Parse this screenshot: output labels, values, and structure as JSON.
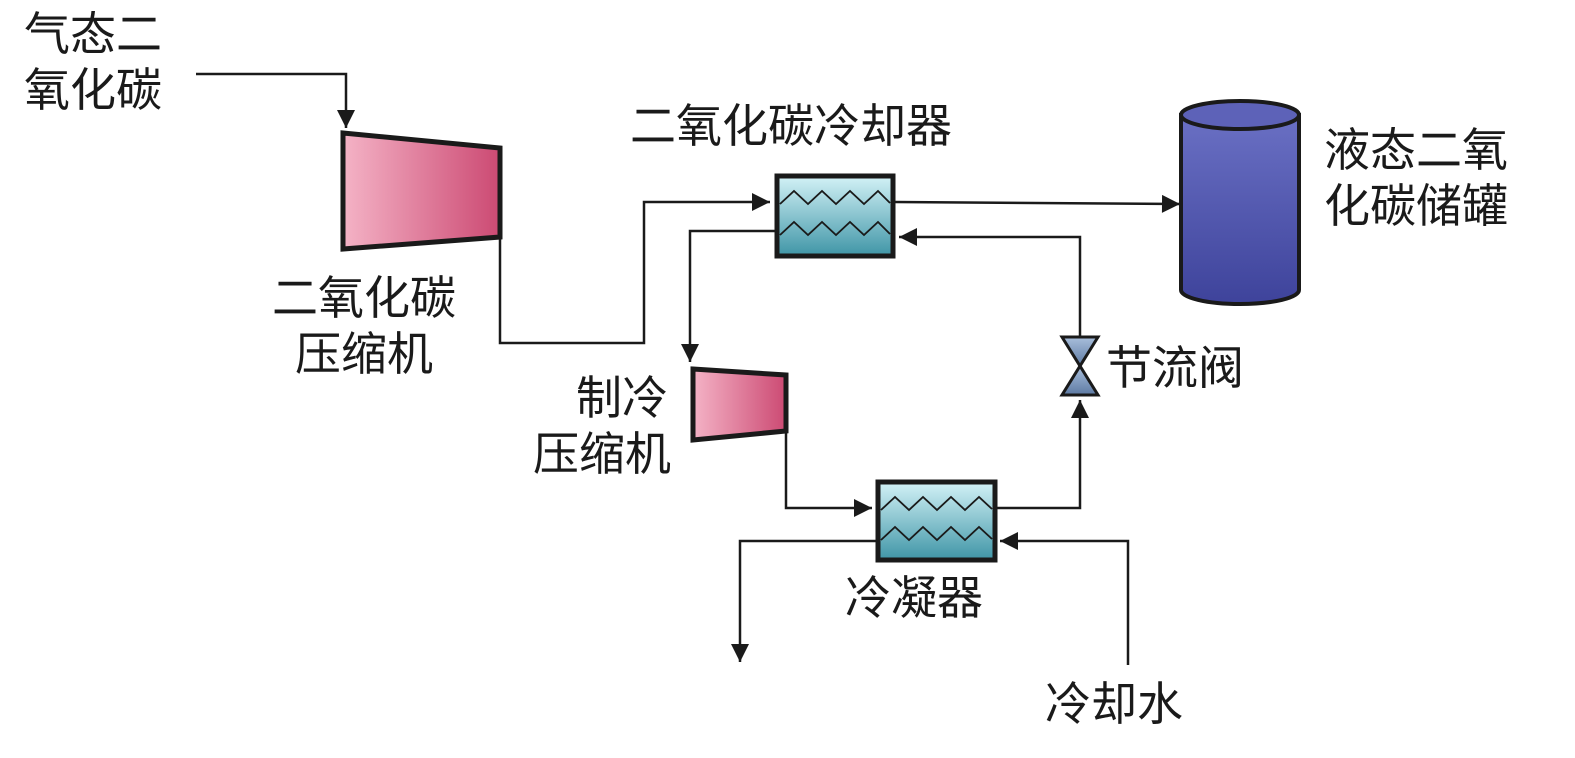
{
  "labels": {
    "co2_gas": [
      "气态二",
      "氧化碳"
    ],
    "co2_compressor": [
      "二氧化碳",
      "压缩机"
    ],
    "co2_cooler": "二氧化碳冷却器",
    "refrigeration_compressor": [
      "制冷",
      "压缩机"
    ],
    "throttle_valve": "节流阀",
    "condenser": "冷凝器",
    "cooling_water": "冷却水",
    "liquid_co2_tank": [
      "液态二氧",
      "化碳储罐"
    ]
  },
  "colors": {
    "line": "#1a1a1a",
    "compressor_light": "#f2a6bd",
    "compressor_dark": "#cc4a73",
    "exchanger_light": "#c9eef4",
    "exchanger_dark": "#3f95a6",
    "tank_top": "#5a5fb8",
    "tank_body": "#4a4fa8",
    "valve": "#7d96b8"
  }
}
